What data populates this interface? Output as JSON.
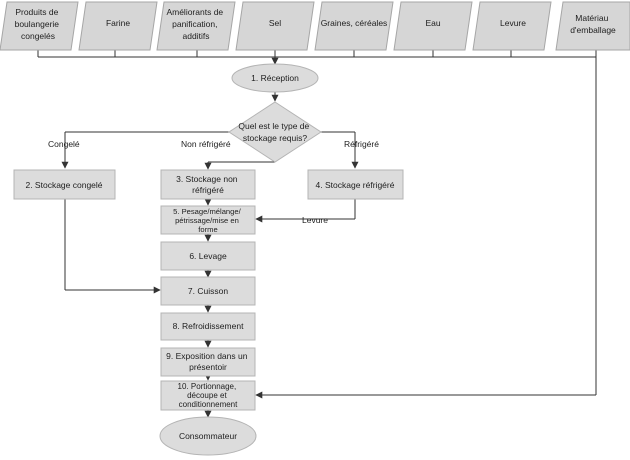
{
  "inputs": [
    {
      "lines": [
        "Produits de",
        "boulangerie",
        "congelés"
      ]
    },
    {
      "lines": [
        "Farine"
      ]
    },
    {
      "lines": [
        "Améliorants de",
        "panification,",
        "additifs"
      ]
    },
    {
      "lines": [
        "Sel"
      ]
    },
    {
      "lines": [
        "Graines, céréales"
      ]
    },
    {
      "lines": [
        "Eau"
      ]
    },
    {
      "lines": [
        "Levure"
      ]
    },
    {
      "lines": [
        "Matériau",
        "d'emballage"
      ]
    }
  ],
  "reception": {
    "lines": [
      "1. Réception"
    ]
  },
  "decision": {
    "lines": [
      "Quel est le type de",
      "stockage requis?"
    ]
  },
  "branches": {
    "frozen": "Congelé",
    "ambient": "Non réfrigéré",
    "chilled": "Réfrigéré"
  },
  "storage": {
    "frozen": {
      "lines": [
        "2. Stockage congelé"
      ]
    },
    "ambient": {
      "lines": [
        "3. Stockage non",
        "réfrigéré"
      ]
    },
    "chilled": {
      "lines": [
        "4. Stockage réfrigéré"
      ]
    }
  },
  "yeast_label": "Levure",
  "steps": [
    {
      "lines": [
        "5. Pesage/mélange/",
        "pétrissage/mise en",
        "forme"
      ]
    },
    {
      "lines": [
        "6. Levage"
      ]
    },
    {
      "lines": [
        "7. Cuisson"
      ]
    },
    {
      "lines": [
        "8. Refroidissement"
      ]
    },
    {
      "lines": [
        "9. Exposition dans un",
        "présentoir"
      ]
    },
    {
      "lines": [
        "10. Portionnage,",
        "découpe et",
        "conditionnement"
      ]
    }
  ],
  "end": {
    "lines": [
      "Consommateur"
    ]
  },
  "colors": {
    "box_fill": "#dcdcdc",
    "box_stroke": "#b4b4b4",
    "input_fill": "#d6d6d6",
    "line": "#333333"
  }
}
